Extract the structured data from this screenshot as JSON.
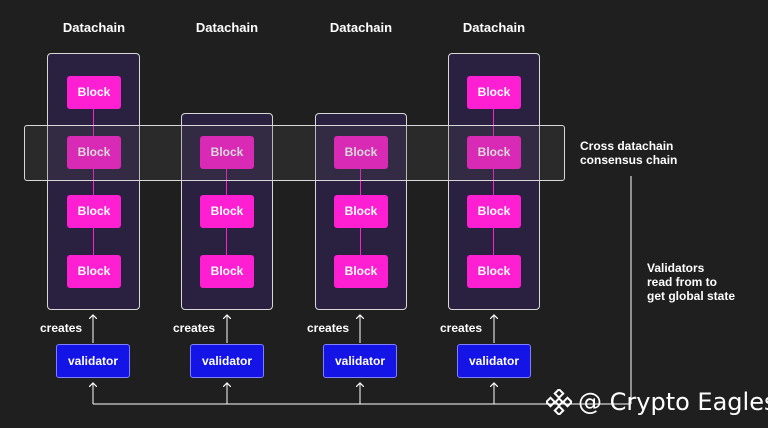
{
  "columns": [
    {
      "title": "Datachain",
      "blocks": [
        "Block",
        "Block",
        "Block",
        "Block"
      ],
      "creates_label": "creates",
      "validator_label": "validator"
    },
    {
      "title": "Datachain",
      "blocks": [
        "Block",
        "Block",
        "Block"
      ],
      "creates_label": "creates",
      "validator_label": "validator"
    },
    {
      "title": "Datachain",
      "blocks": [
        "Block",
        "Block",
        "Block"
      ],
      "creates_label": "creates",
      "validator_label": "validator"
    },
    {
      "title": "Datachain",
      "blocks": [
        "Block",
        "Block",
        "Block",
        "Block"
      ],
      "creates_label": "creates",
      "validator_label": "validator"
    }
  ],
  "consensus_label": [
    "Cross datachain",
    "consensus chain"
  ],
  "validators_note": [
    "Validators",
    "read from to",
    "get global state"
  ],
  "watermark": {
    "text": "@ Crypto Eagles"
  },
  "colors": {
    "background": "#1f1f1f",
    "block": "#ff1fd2",
    "validator": "#1414e6",
    "chain_panel": "#2a203f",
    "outline": "#d8d8d8"
  }
}
